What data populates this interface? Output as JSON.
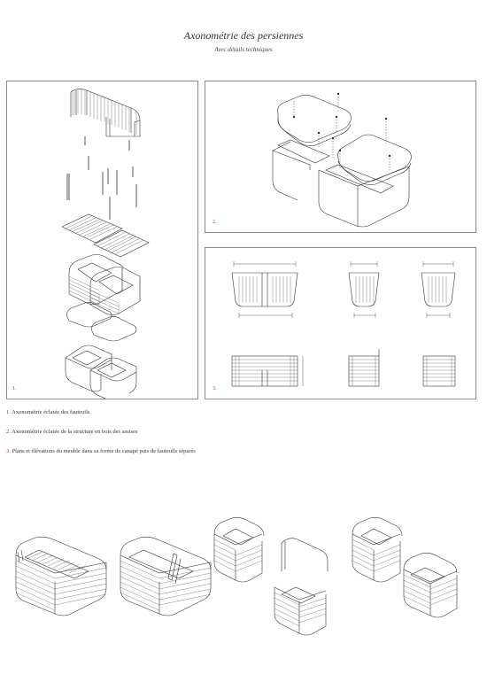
{
  "header": {
    "title": "Axonométrie des persiennes",
    "subtitle": "Avec détails techniques"
  },
  "panels": [
    {
      "number": "1."
    },
    {
      "number": "2."
    },
    {
      "number": "3."
    }
  ],
  "captions": [
    {
      "number": "1.",
      "text": "Axonométrie éclatée des fauteuils"
    },
    {
      "number": "2.",
      "text": "Axonométrie éclatée de la structure en bois des assises"
    },
    {
      "number": "3.",
      "text": "Plans et élévations du meuble dans sa forme de canapé puis de fauteuils séparés"
    }
  ]
}
